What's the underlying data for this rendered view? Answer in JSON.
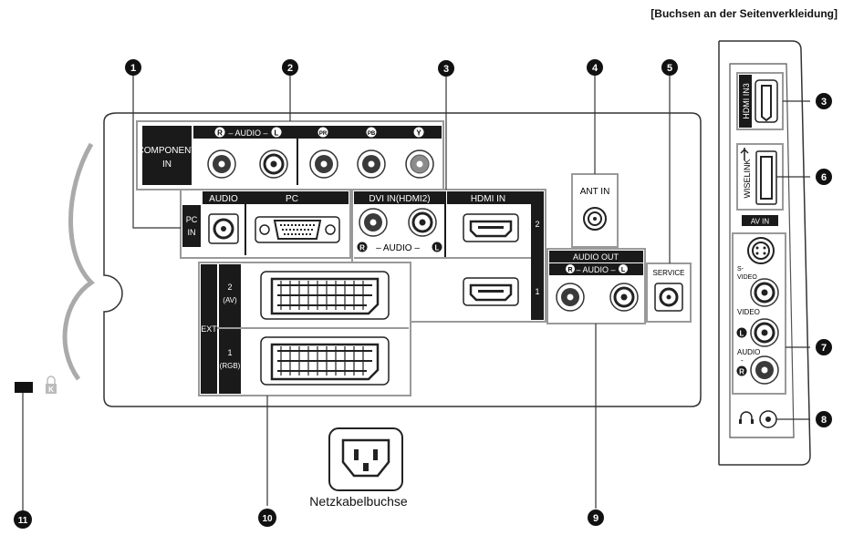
{
  "side_panel_caption": "[Buchsen an der Seitenverkleidung]",
  "power_socket_label": "Netzkabelbuchse",
  "callouts": [
    "1",
    "2",
    "3",
    "4",
    "5",
    "6",
    "7",
    "8",
    "9",
    "10",
    "11",
    "3"
  ],
  "component": {
    "title_line1": "COMPONENT",
    "title_line2": "IN",
    "r": "R",
    "l": "L",
    "audio": "– AUDIO –",
    "pr": "PR",
    "pb": "PB",
    "y": "Y"
  },
  "pc_in": {
    "title_line1": "PC",
    "title_line2": "IN",
    "audio": "AUDIO",
    "pc": "PC"
  },
  "dvi": {
    "title": "DVI IN(HDMI2)",
    "audio": "– AUDIO –",
    "r": "R",
    "l": "L"
  },
  "hdmi_in": {
    "title": "HDMI IN",
    "port2": "2",
    "port1": "1"
  },
  "ant_in": "ANT IN",
  "service": "SERVICE",
  "audio_out": {
    "title": "AUDIO OUT",
    "audio": "– AUDIO –",
    "r": "R",
    "l": "L"
  },
  "ext": {
    "title": "EXT",
    "av_num": "2",
    "av_label": "(AV)",
    "rgb_num": "1",
    "rgb_label": "(RGB)"
  },
  "side": {
    "hdmi3": "HDMI IN3",
    "wiselink": "WISELINK",
    "av_in": "AV IN",
    "svideo_1": "S-",
    "svideo_2": "VIDEO",
    "video": "VIDEO",
    "audio": "AUDIO",
    "dash": "-",
    "l": "L",
    "r": "R"
  },
  "lock_letter": "K"
}
